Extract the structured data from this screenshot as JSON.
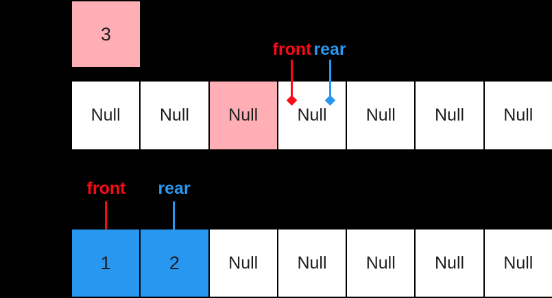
{
  "colors": {
    "background": "#000000",
    "cell_white": "#ffffff",
    "cell_pink": "#ffaeb5",
    "cell_blue": "#2897f0",
    "pointer_red": "#fa0a14",
    "pointer_blue": "#2897f0",
    "cell_text": "#1d1d1f"
  },
  "dequeued_box": {
    "value": "3"
  },
  "top_queue": {
    "pointers": {
      "front": "front",
      "rear": "rear"
    },
    "cells": [
      {
        "value": "Null",
        "state": "empty"
      },
      {
        "value": "Null",
        "state": "empty"
      },
      {
        "value": "Null",
        "state": "highlighted-pink"
      },
      {
        "value": "Null",
        "state": "empty"
      },
      {
        "value": "Null",
        "state": "empty"
      },
      {
        "value": "Null",
        "state": "empty"
      },
      {
        "value": "Null",
        "state": "empty"
      }
    ]
  },
  "bottom_queue": {
    "pointers": {
      "front": "front",
      "rear": "rear"
    },
    "cells": [
      {
        "value": "1",
        "state": "filled-blue"
      },
      {
        "value": "2",
        "state": "filled-blue"
      },
      {
        "value": "Null",
        "state": "empty"
      },
      {
        "value": "Null",
        "state": "empty"
      },
      {
        "value": "Null",
        "state": "empty"
      },
      {
        "value": "Null",
        "state": "empty"
      },
      {
        "value": "Null",
        "state": "empty"
      }
    ]
  }
}
